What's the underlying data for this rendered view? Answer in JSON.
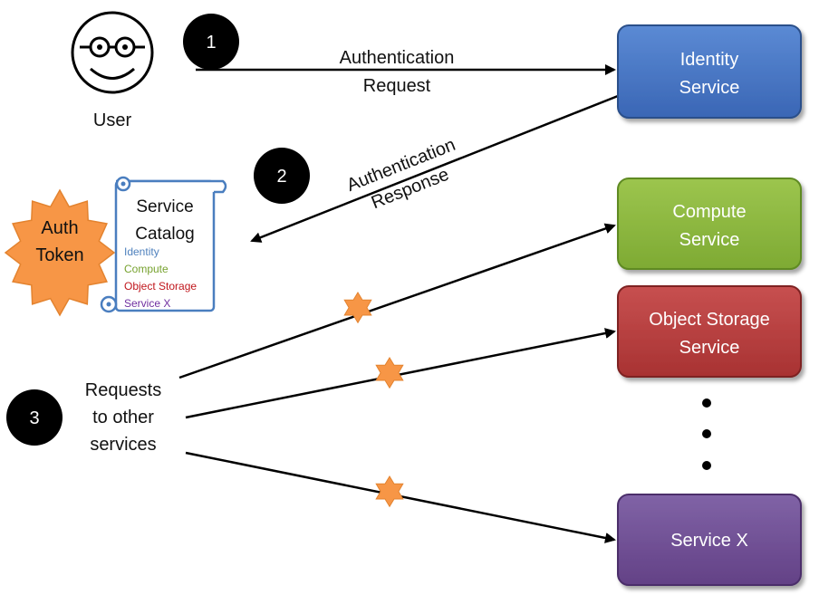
{
  "steps": [
    "1",
    "2",
    "3"
  ],
  "user": {
    "label": "User"
  },
  "auth_request": {
    "line1": "Authentication",
    "line2": "Request"
  },
  "auth_response": {
    "line1": "Authentication",
    "line2": "Response"
  },
  "token": {
    "line1": "Auth",
    "line2": "Token"
  },
  "catalog": {
    "title_line1": "Service",
    "title_line2": "Catalog",
    "items": [
      {
        "label": "Identity",
        "color": "#4f81bd"
      },
      {
        "label": "Compute",
        "color": "#77a22f"
      },
      {
        "label": "Object Storage",
        "color": "#c0161c"
      },
      {
        "label": "Service X",
        "color": "#7030a0"
      }
    ]
  },
  "requests": {
    "line1": "Requests",
    "line2": "to other",
    "line3": "services"
  },
  "services": [
    {
      "line1": "Identity",
      "line2": "Service",
      "color": "#3f6ebd"
    },
    {
      "line1": "Compute",
      "line2": "Service",
      "color": "#8bb83c"
    },
    {
      "line1": "Object Storage",
      "line2": "Service",
      "color": "#b63a3a"
    },
    {
      "line1": "Service X",
      "line2": "",
      "color": "#6f4b91"
    }
  ],
  "colors": {
    "token": "#f79646",
    "step_circle": "#000000",
    "scroll_border": "#4a7ebf"
  }
}
